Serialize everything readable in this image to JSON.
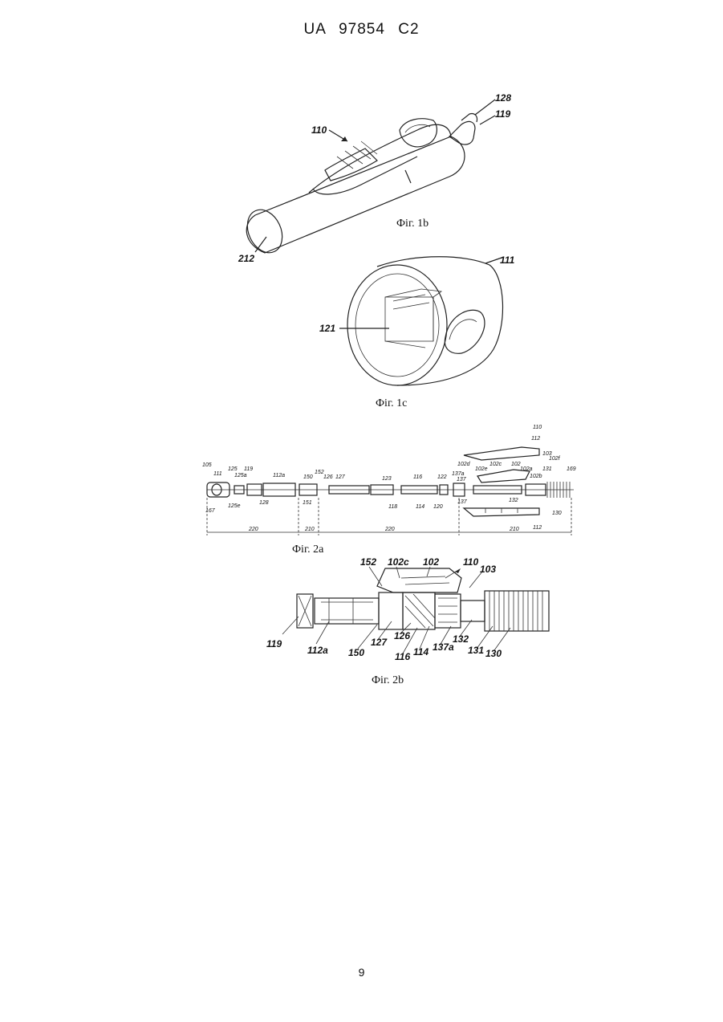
{
  "header": {
    "doc_number": "UA 97854 C2"
  },
  "figures": {
    "fig1b": {
      "caption": "Фіг. 1b",
      "labels": {
        "l110": "110",
        "l128": "128",
        "l119": "119",
        "l212": "212"
      }
    },
    "fig1c": {
      "caption": "Фіг. 1c",
      "labels": {
        "l111": "111",
        "l121": "121"
      }
    },
    "fig2a": {
      "caption": "Фіг. 2a",
      "labels": {
        "l110": "110",
        "l112": "112",
        "l103": "103",
        "l102d": "102d",
        "l102c": "102c",
        "l102": "102",
        "l102a": "102a",
        "l102f": "102f",
        "l102e": "102e",
        "l102b": "102b",
        "l131": "131",
        "l169": "169",
        "l105": "105",
        "l111": "111",
        "l125": "125",
        "l125a": "125a",
        "l119": "119",
        "l112a": "112a",
        "l150": "150",
        "l152": "152",
        "l126": "126",
        "l127": "127",
        "l123": "123",
        "l116": "116",
        "l122": "122",
        "l137a": "137a",
        "l137": "137",
        "l167": "167",
        "l125e": "125e",
        "l128": "128",
        "l151": "151",
        "l118": "118",
        "l114": "114",
        "l120": "120",
        "l137b": "137",
        "l132": "132",
        "l130": "130",
        "l112b": "112"
      },
      "dimensions": [
        "220",
        "210",
        "220",
        "210"
      ]
    },
    "fig2b": {
      "caption": "Фіг. 2b",
      "labels": {
        "l152": "152",
        "l102c": "102c",
        "l102": "102",
        "l110": "110",
        "l103": "103",
        "l119": "119",
        "l112a": "112a",
        "l150": "150",
        "l127": "127",
        "l126": "126",
        "l116": "116",
        "l114": "114",
        "l137a": "137a",
        "l132": "132",
        "l131": "131",
        "l130": "130"
      }
    }
  },
  "page_number": "9"
}
